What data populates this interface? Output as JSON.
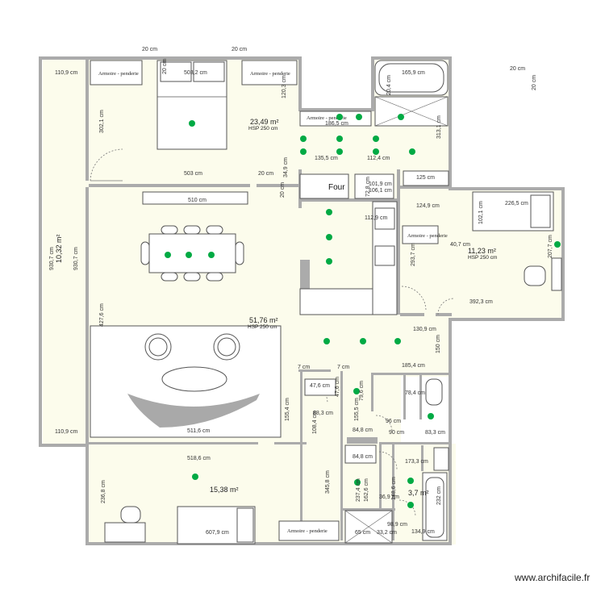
{
  "plan": {
    "rooms": [
      {
        "id": "bedroom-top",
        "area": "23,49 m²",
        "hsp": "HSP 250 cm"
      },
      {
        "id": "bedroom-right",
        "area": "11,23 m²",
        "hsp": "HSP 250 cm"
      },
      {
        "id": "living",
        "area": "51,76 m²",
        "hsp": "HSP 250 cm"
      },
      {
        "id": "corridor-left",
        "area": "10,32 m²"
      },
      {
        "id": "bottom-room",
        "area": "15,38 m²"
      },
      {
        "id": "bathroom",
        "area": "3,7 m²"
      }
    ],
    "furniture_labels": {
      "wardrobe_left": "Armoire - penderie",
      "wardrobe_right": "Armoire - penderie",
      "wardrobe_mid": "Armoire - penderie",
      "wardrobe_right_room": "Armoire - penderie",
      "wardrobe_bottom": "Armoire - penderie",
      "oven": "Four"
    },
    "dimensions": [
      "20 cm",
      "20 cm",
      "20 cm",
      "20 cm",
      "110,9 cm",
      "503,2 cm",
      "20 cm",
      "165,9 cm",
      "120,3 cm",
      "20,4 cm",
      "302,1 cm",
      "186,5 cm",
      "313,1 cm",
      "135,5 cm",
      "112,4 cm",
      "503 cm",
      "20 cm",
      "34,9 cm",
      "20 cm",
      "125 cm",
      "101,9 cm",
      "106,1 cm",
      "72,8 cm",
      "510 cm",
      "124,9 cm",
      "226,5 cm",
      "102,1 cm",
      "112,9 cm",
      "930,7 cm",
      "930,7 cm",
      "40,7 cm",
      "293,7 cm",
      "207,7 cm",
      "427,6 cm",
      "392,3 cm",
      "130,9 cm",
      "150 cm",
      "185,4 cm",
      "7 cm",
      "7 cm",
      "78,4 cm",
      "47,6 cm",
      "47,6 cm",
      "79,6 cm",
      "88,3 cm",
      "155,5 cm",
      "155,4 cm",
      "108,4 cm",
      "84,8 cm",
      "96 cm",
      "90 cm",
      "83,3 cm",
      "110,9 cm",
      "511,6 cm",
      "84,8 cm",
      "173,3 cm",
      "518,6 cm",
      "345,8 cm",
      "236,8 cm",
      "237,4 cm",
      "162,6 cm",
      "148,6 cm",
      "232 cm",
      "36,9 cm",
      "98,9 cm",
      "607,9 cm",
      "65 cm",
      "33,2 cm",
      "134,9 cm",
      "20 cm",
      "20 cm"
    ],
    "watermark": "www.archifacile.fr"
  },
  "colors": {
    "wall": "#ababab",
    "floor": "#fcfcec",
    "fixture": "#00aa44"
  }
}
